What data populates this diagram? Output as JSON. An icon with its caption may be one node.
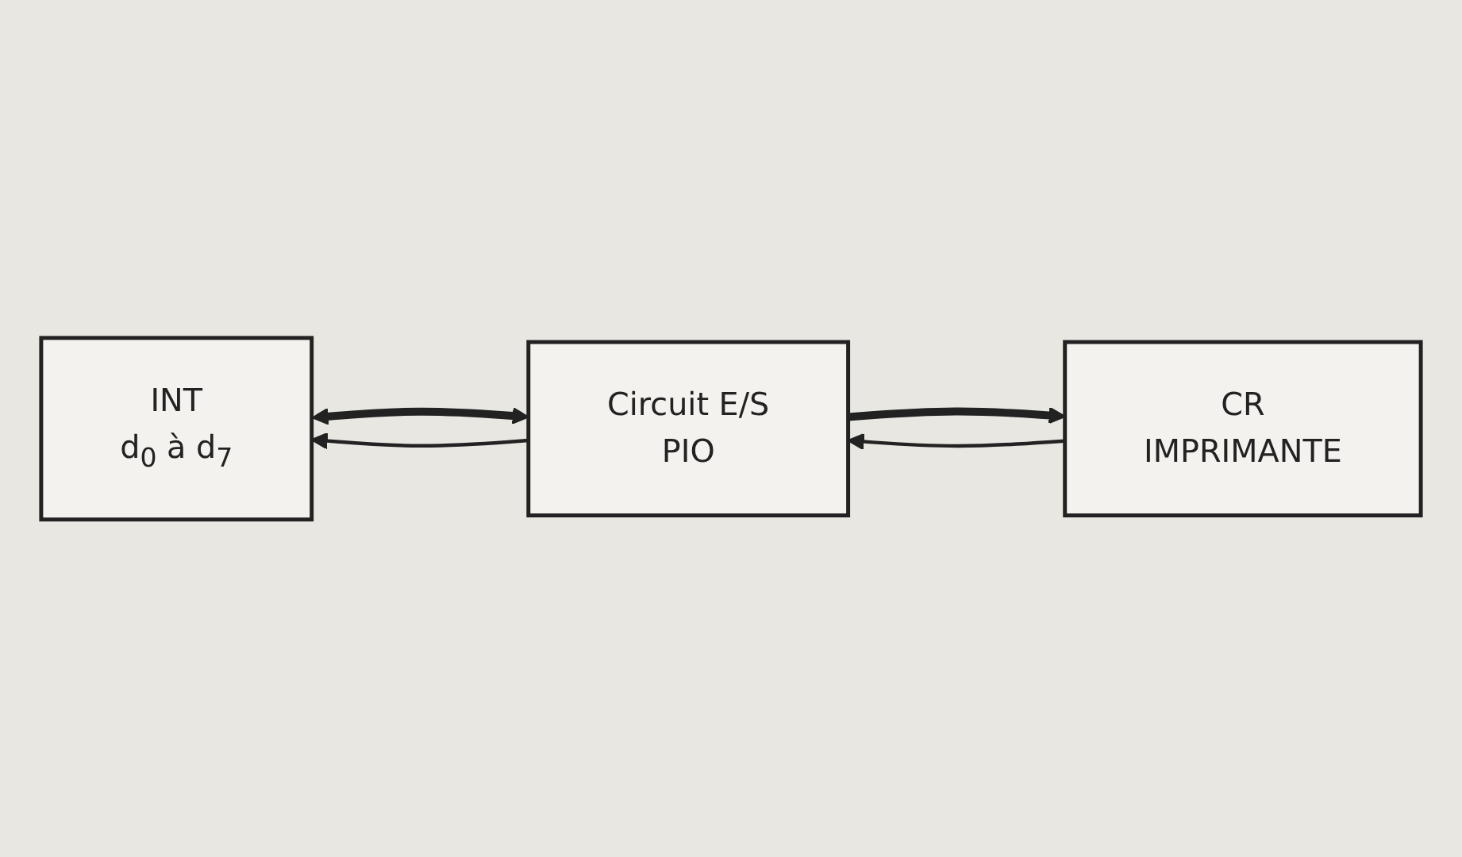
{
  "diagram": {
    "nodes": [
      {
        "text": [
          "INT",
          "d$_{0}$ à d$_{7}$"
        ]
      },
      {
        "text": [
          "Circuit E/S",
          "PIO"
        ]
      },
      {
        "text": [
          "CR",
          "IMPRIMANTE"
        ]
      }
    ],
    "edges": [
      {
        "from": 1,
        "to": 0,
        "arrow": "to"
      },
      {
        "from": 0,
        "to": 1,
        "arrow": "both",
        "style": "thick"
      },
      {
        "from": 1,
        "to": 2,
        "arrow": "to",
        "style": "thick"
      },
      {
        "from": 2,
        "to": 1,
        "arrow": "to"
      }
    ]
  }
}
